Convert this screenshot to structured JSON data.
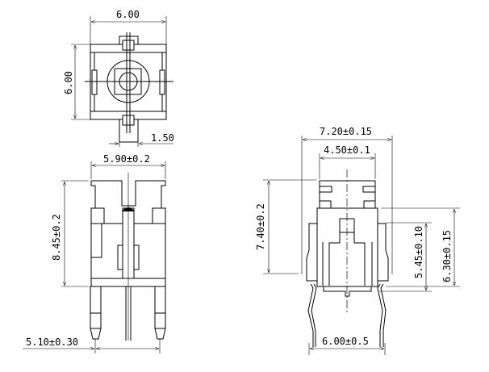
{
  "top_view": {
    "width_dim": "6.00",
    "height_dim": "6.00",
    "stem_dim": "1.50"
  },
  "front_view": {
    "width_dim": "5.90±0.2",
    "height_dim": "8.45±0.2",
    "pitch_dim": "5.10±0.30"
  },
  "side_view": {
    "outer_width_dim": "7.20±0.15",
    "cap_width_dim": "4.50±0.1",
    "total_height_dim": "7.40±0.2",
    "inner_height_dim": "5.45±0.10",
    "body_height_dim": "6.30±0.15",
    "lead_span_dim": "6.00±0.5"
  }
}
